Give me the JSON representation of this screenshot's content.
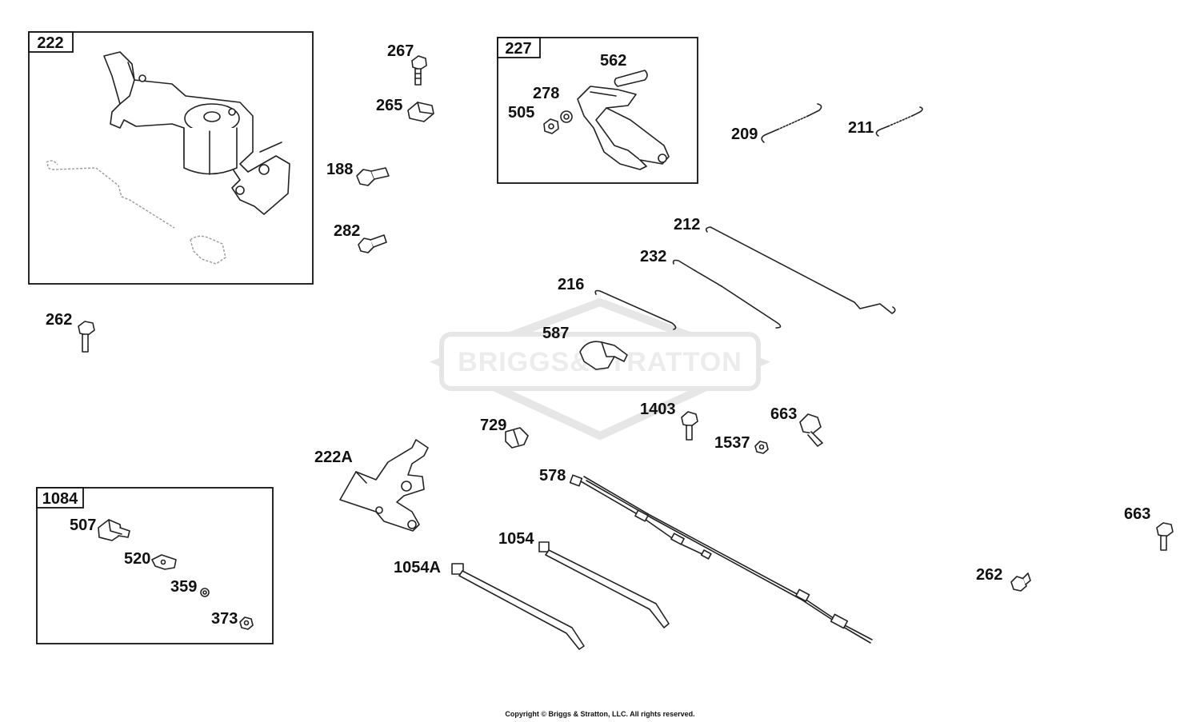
{
  "watermark": {
    "brand": "BRIGGS&STRATTON"
  },
  "groups": [
    {
      "id": "222"
    },
    {
      "id": "227"
    },
    {
      "id": "1084"
    }
  ],
  "callouts": [
    "267",
    "265",
    "188",
    "282",
    "262",
    "562",
    "278",
    "505",
    "209",
    "211",
    "212",
    "232",
    "216",
    "587",
    "1403",
    "663",
    "1537",
    "729",
    "222A",
    "578",
    "1054",
    "1054A",
    "507",
    "520",
    "359",
    "373",
    "663",
    "262"
  ],
  "footer": {
    "copyright": "Copyright © Briggs & Stratton, LLC. All rights reserved."
  }
}
